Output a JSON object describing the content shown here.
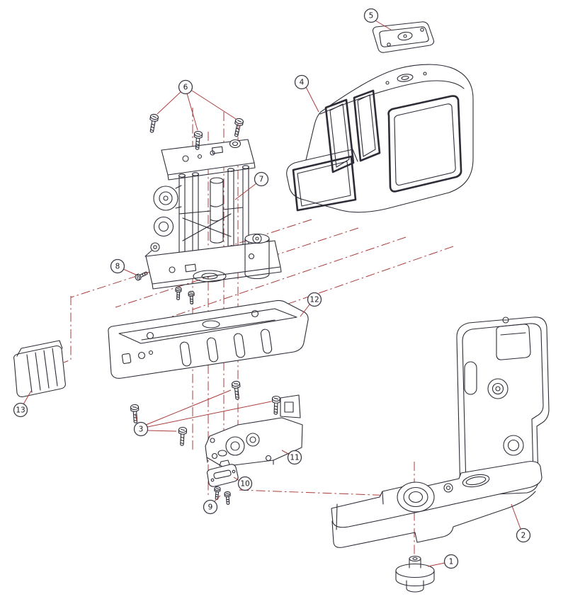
{
  "figure": {
    "kind": "exploded-parts-diagram",
    "background": "#ffffff",
    "colors": {
      "ink": "#2d2d38",
      "centerline": "#a93c3c",
      "leader": "#a93c3c",
      "callout_stroke": "#3c3c48",
      "callout_text": "#17171d"
    },
    "callouts": [
      {
        "label": "1"
      },
      {
        "label": "2"
      },
      {
        "label": "3"
      },
      {
        "label": "4"
      },
      {
        "label": "5"
      },
      {
        "label": "6"
      },
      {
        "label": "7"
      },
      {
        "label": "8"
      },
      {
        "label": "9"
      },
      {
        "label": "10"
      },
      {
        "label": "11"
      },
      {
        "label": "12"
      },
      {
        "label": "13"
      }
    ]
  }
}
